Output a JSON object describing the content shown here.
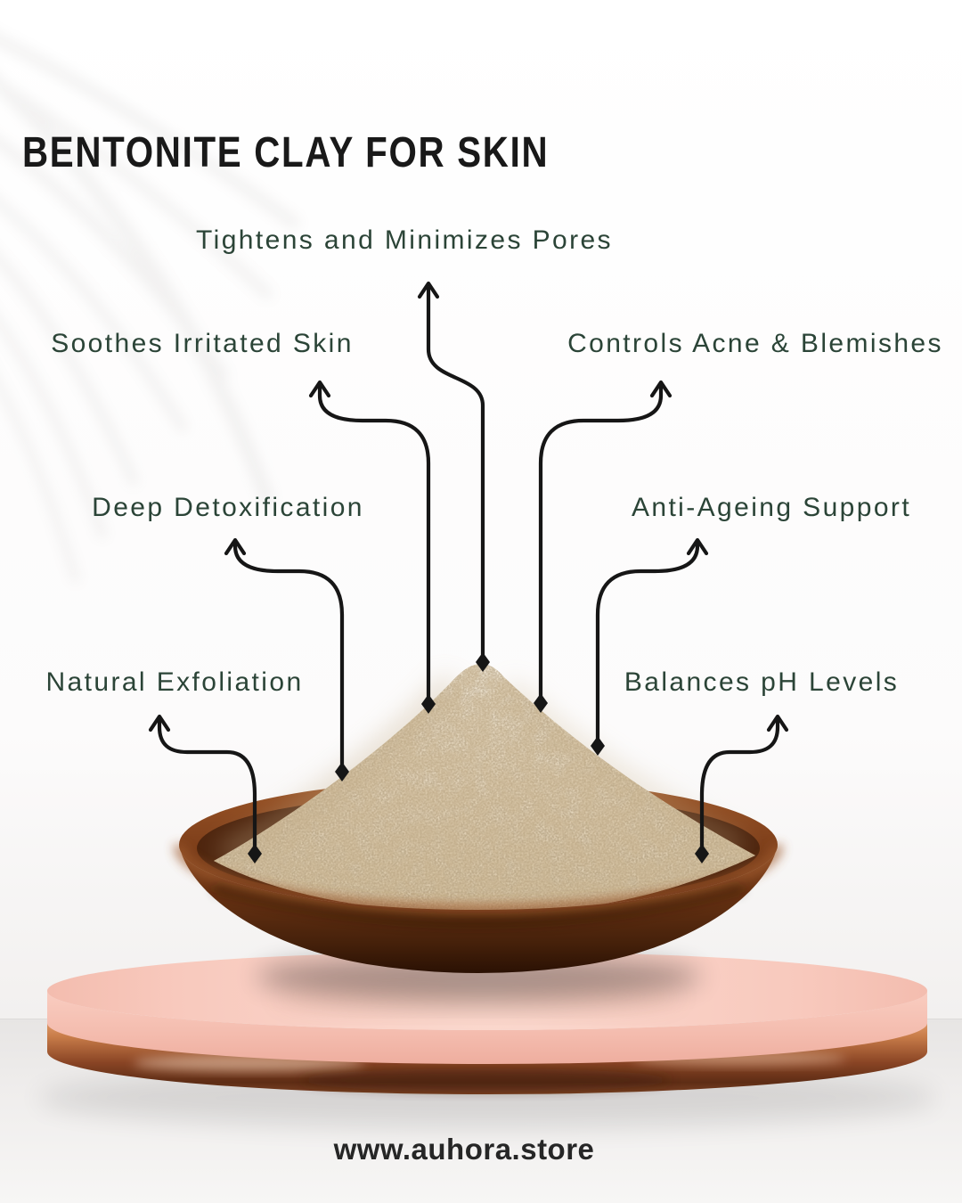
{
  "title": "BENTONITE CLAY FOR SKIN",
  "website": "www.auhora.store",
  "benefits": {
    "tightens": "Tightens and Minimizes Pores",
    "soothes": "Soothes Irritated Skin",
    "controls": "Controls Acne & Blemishes",
    "deep": "Deep Detoxification",
    "anti": "Anti-Ageing Support",
    "natural": "Natural Exfoliation",
    "balances": "Balances pH Levels"
  },
  "image_subject": "bentonite clay powder mound in wooden bowl on pink podium with copper rim",
  "icons": {
    "arrow": "up-arrow-connector",
    "marker": "diamond-endpoint",
    "leaf": "palm-leaf-shadow"
  },
  "colors": {
    "title_text": "#191919",
    "benefit_text": "#2b4437",
    "connector_line": "#161616",
    "url_text": "#262626",
    "background": "#ffffff",
    "floor": "#e7e5e4",
    "podium_pink": "#f7c6ba",
    "podium_copper": "#a85c35",
    "bowl_brown": "#6b3414",
    "powder_beige": "#e7dac3"
  }
}
